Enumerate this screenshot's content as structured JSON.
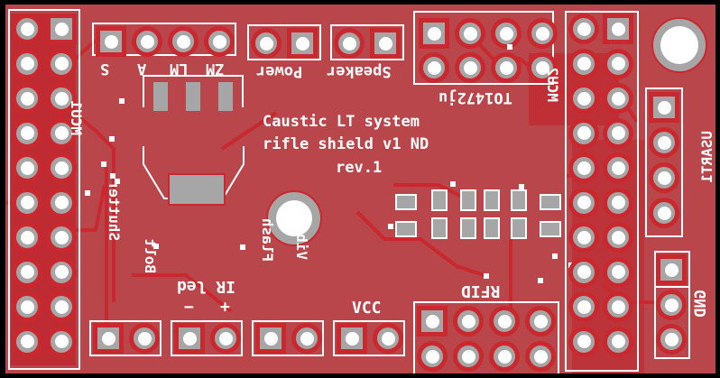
{
  "board": {
    "title_lines": [
      "Caustic LT system",
      "rifle shield v1 ND",
      "rev.1"
    ],
    "colors": {
      "board": "#b8464a",
      "copper": "#c0272e",
      "silk": "#ffffff",
      "pad": "#a6a6a6"
    }
  },
  "connectors": {
    "mcu1": {
      "label": "MCU1"
    },
    "mcu2": {
      "label": "MCU2"
    },
    "servo": {
      "pins": [
        "S",
        "A",
        "LM",
        "ZM"
      ]
    },
    "power": {
      "label": "Power"
    },
    "speaker": {
      "label": "Speaker"
    },
    "lcd": {
      "label": "TO1472ju"
    },
    "usart": {
      "label": "USART1"
    },
    "gnd": {
      "label": "GND"
    },
    "rfid": {
      "label": "RFID"
    },
    "shutter": {
      "label": "Shutter"
    },
    "bolt": {
      "label": "Bolt"
    },
    "ir_led": {
      "label": "IR led",
      "minus": "−",
      "plus": "+"
    },
    "flash": {
      "label": "Flash"
    },
    "vibro": {
      "label": "Vibro."
    },
    "vcc": {
      "label": "VCC"
    }
  }
}
